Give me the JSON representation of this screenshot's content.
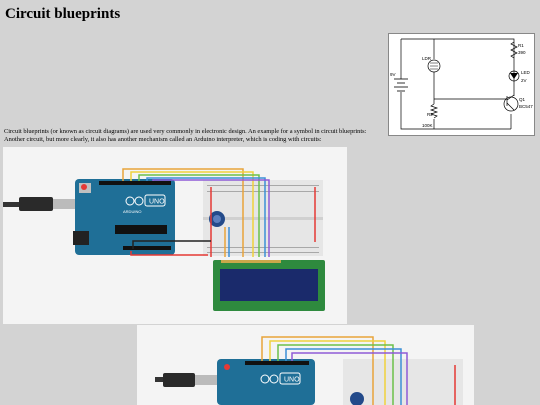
{
  "page": {
    "title": "Circuit blueprints",
    "paragraph_line_1": "Circuit blueprints (or known as circuit diagrams) are used very commonly in electronic design. An example for a symbol in circuit blueprints:",
    "paragraph_line_2": "Another circuit, but more clearly, it also has another mechanism called an Arduino interpreter, which is coding with circuits:"
  },
  "schematic": {
    "ldr_label": "LDR",
    "r1_label": "R1",
    "r1_value": "390",
    "led_label": "LED",
    "led_value": "2V",
    "q1_label": "Q1",
    "q1_value": "BC547",
    "r2_label": "R2",
    "r2_value": "100K",
    "vcc_label": "9V"
  },
  "arduino": {
    "brand": "UNO",
    "board_text": "ARDUINO"
  },
  "colors": {
    "background": "#d3d3d3",
    "arduino_blue": "#1f6f97",
    "breadboard": "#e6e6e6",
    "lcd_green": "#2e8a3e",
    "lcd_screen": "#1a2a6b"
  }
}
